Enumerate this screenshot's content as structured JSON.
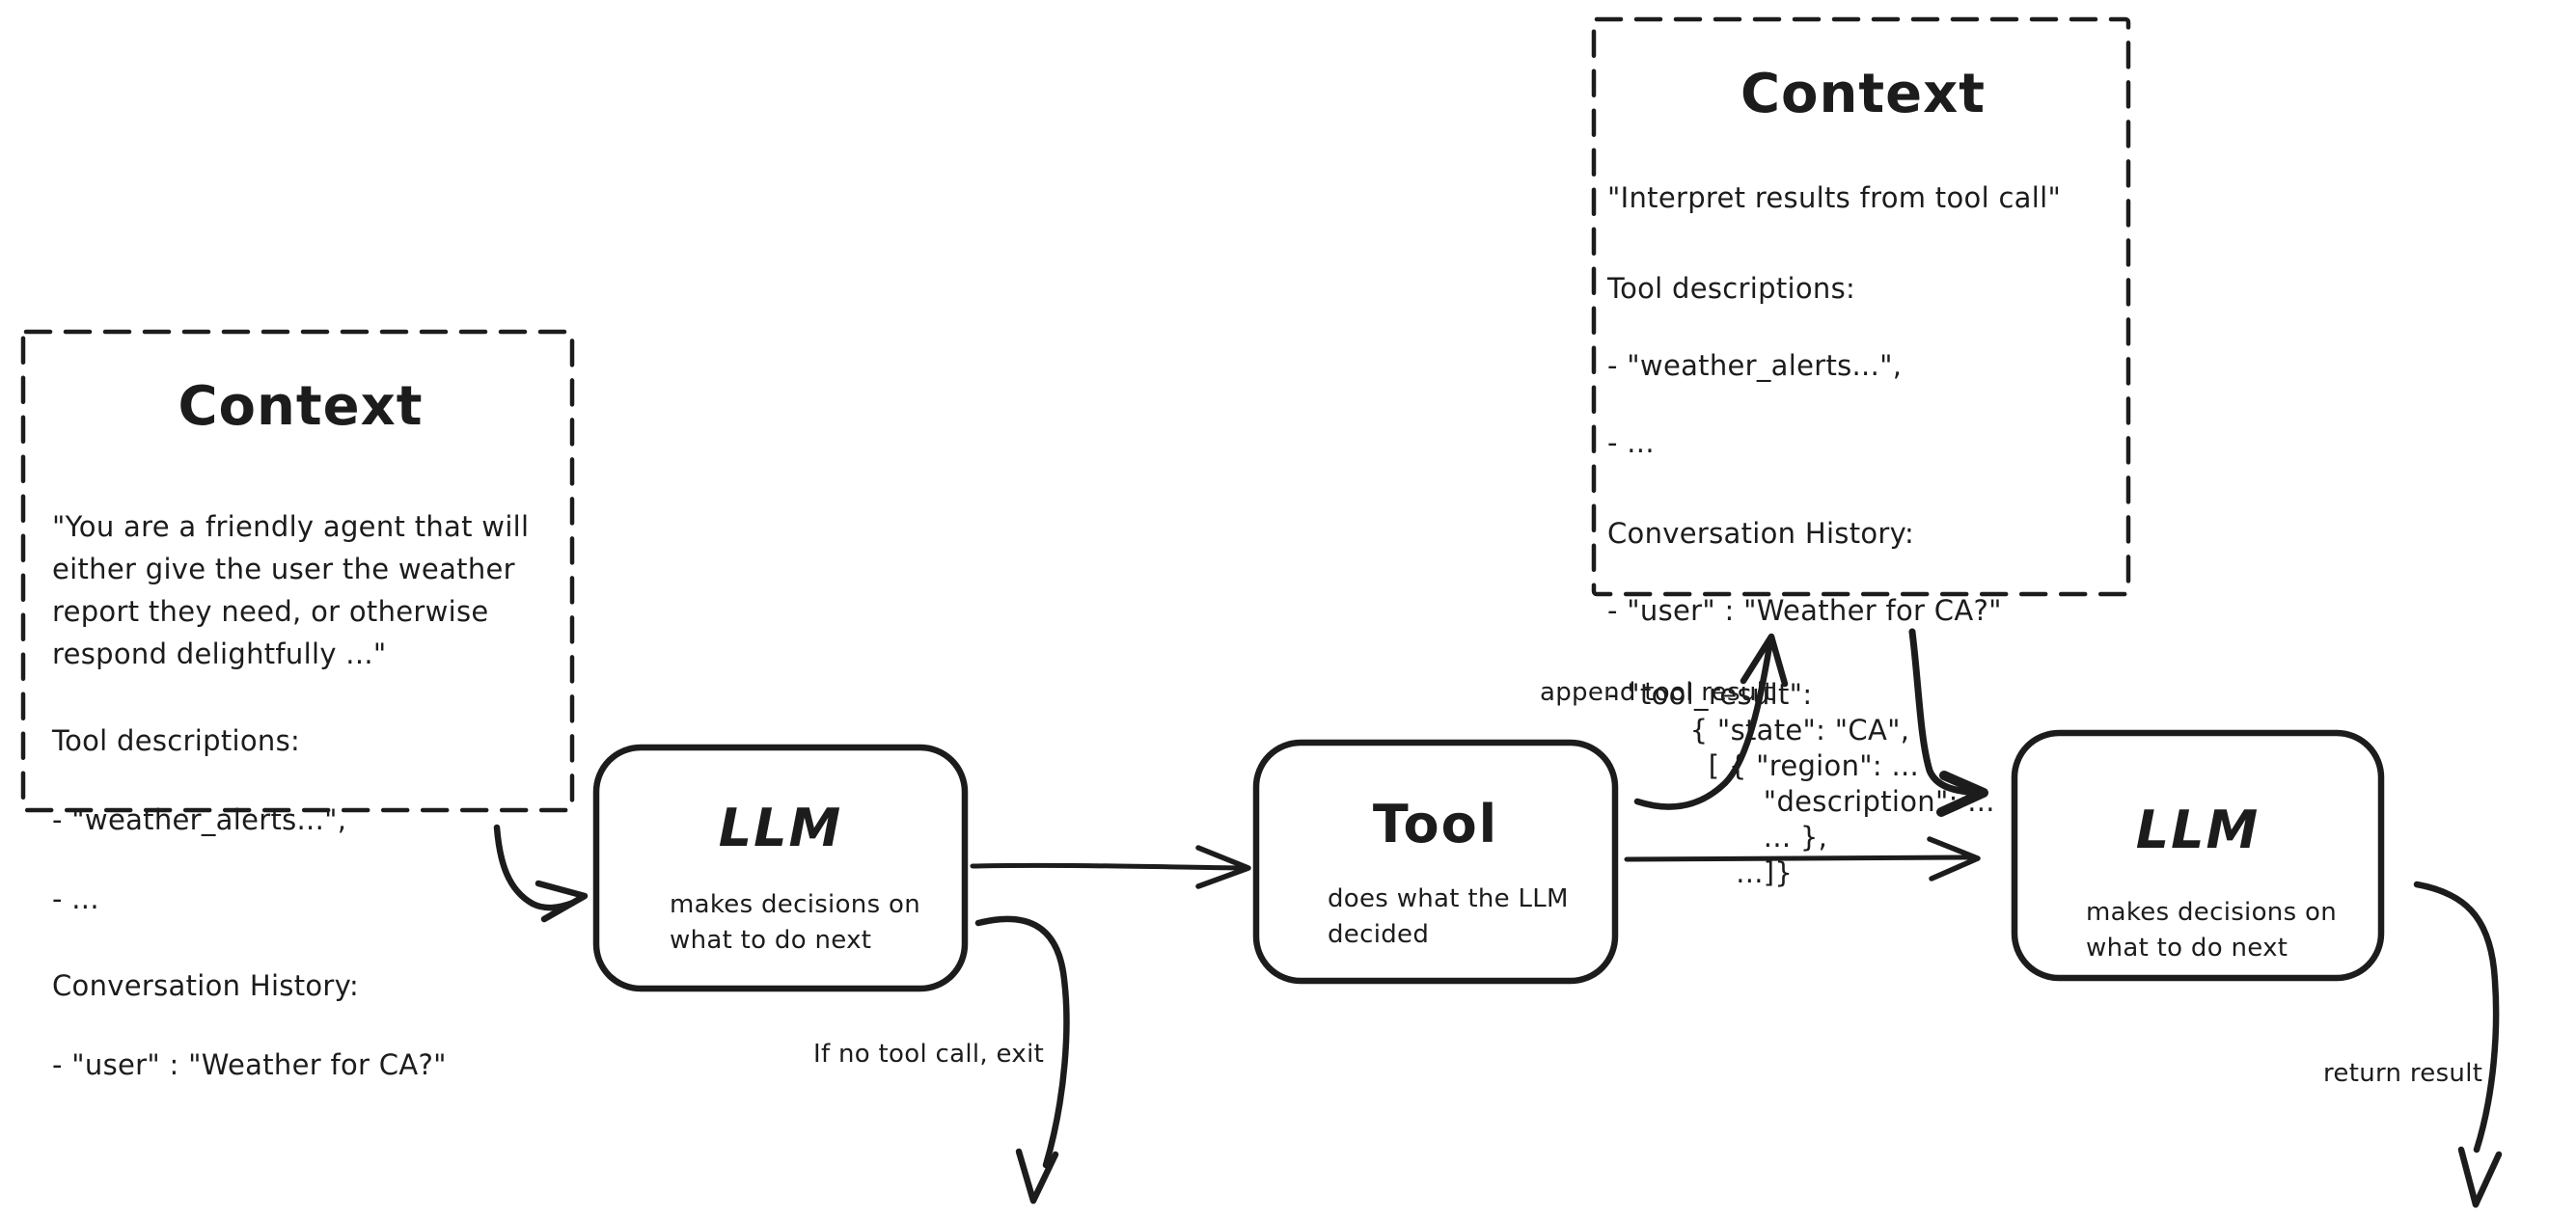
{
  "colors": {
    "ink": "#1c1c1c",
    "background": "#ffffff"
  },
  "context_left": {
    "title": "Context",
    "body": "\"You are a friendly agent that will\neither give the user the weather\nreport they need, or otherwise\nrespond delightfully ...\"",
    "tool_descriptions_heading": "Tool descriptions:",
    "tool_descriptions_items": [
      "- \"weather_alerts...\",",
      "- ..."
    ],
    "conversation_heading": "Conversation History:",
    "conversation_items": [
      "- \"user\" : \"Weather for CA?\""
    ]
  },
  "context_right": {
    "title": "Context",
    "body": "\"Interpret results from tool call\"",
    "tool_descriptions_heading": "Tool descriptions:",
    "tool_descriptions_items": [
      "- \"weather_alerts...\",",
      "- ..."
    ],
    "conversation_heading": "Conversation History:",
    "conversation_items": [
      "- \"user\" : \"Weather for CA?\""
    ],
    "tool_result_block": "- \"tool_result\":\n         { \"state\": \"CA\",\n           [ { \"region\": ...\n                 \"description\": ...\n                 ... },\n              ...]}"
  },
  "nodes": {
    "llm_1": {
      "title": "LLM",
      "subtitle": "makes decisions on\nwhat to do next"
    },
    "tool": {
      "title": "Tool",
      "subtitle": "does what the LLM\ndecided"
    },
    "llm_2": {
      "title": "LLM",
      "subtitle": "makes decisions on\nwhat to do next"
    }
  },
  "edge_labels": {
    "append_tool_result": "append tool result",
    "if_no_tool_call_exit": "If no tool call, exit",
    "return_result": "return result"
  }
}
